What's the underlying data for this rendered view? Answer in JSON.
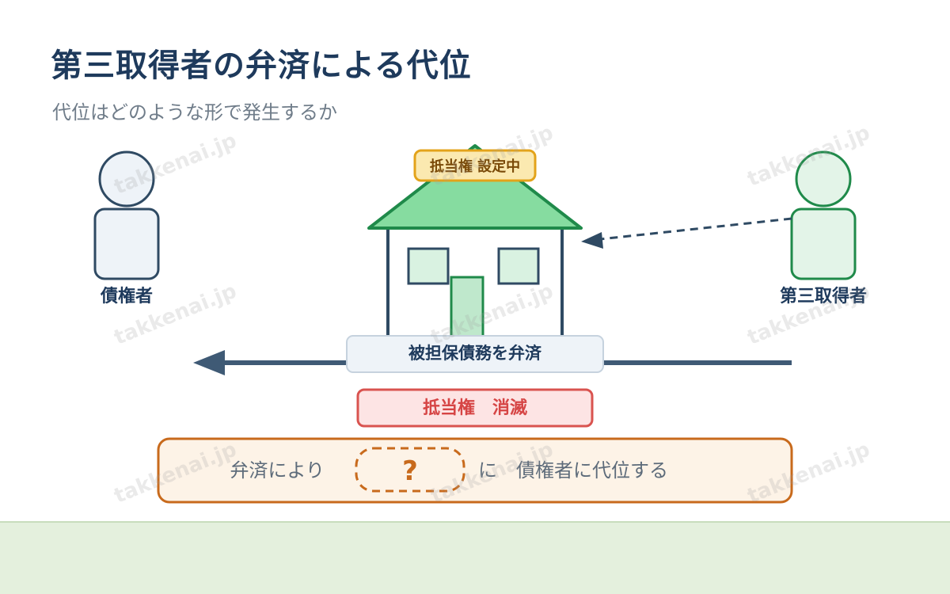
{
  "header": {
    "title": "第三取得者の弁済による代位",
    "subtitle": "代位はどのような形で発生するか"
  },
  "figure": {
    "creditor_label": "債権者",
    "third_party_label": "第三取得者",
    "mortgage_badge": "抵当権 設定中",
    "payment_label": "被担保債務を弁済",
    "extinguished_label": "抵当権　消滅",
    "result": {
      "prefix": "弁済により",
      "blank": "?",
      "suffix": "に　債権者に代位する"
    }
  },
  "watermark": "takkenai.jp",
  "colors": {
    "navy": "#2f4a63",
    "green": "#1f8a4a",
    "red": "#d9534f",
    "orange": "#c86a1c"
  }
}
